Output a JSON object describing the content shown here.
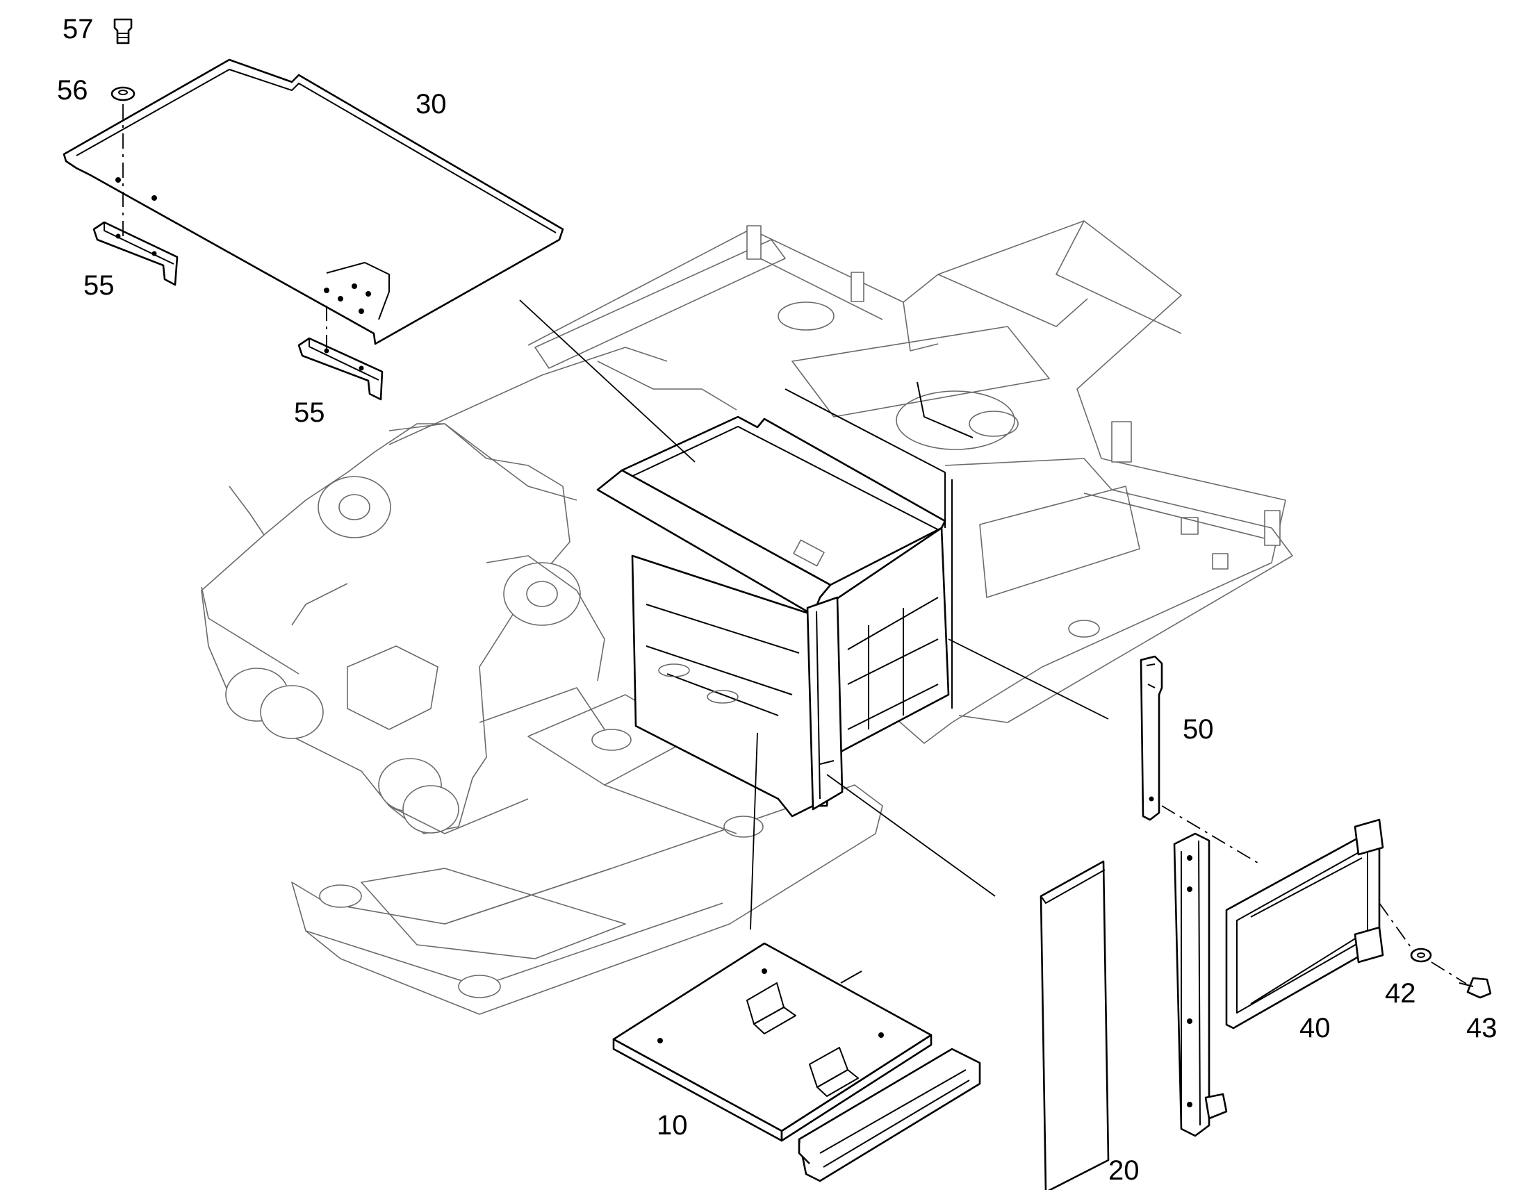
{
  "callouts": {
    "c57": "57",
    "c56": "56",
    "c30": "30",
    "c55a": "55",
    "c55b": "55",
    "c50": "50",
    "c10": "10",
    "c20": "20",
    "c40": "40",
    "c42": "42",
    "c43": "43"
  },
  "colors": {
    "line": "#000000",
    "ghost_frame": "#6a6a6a",
    "background": "#ffffff"
  }
}
